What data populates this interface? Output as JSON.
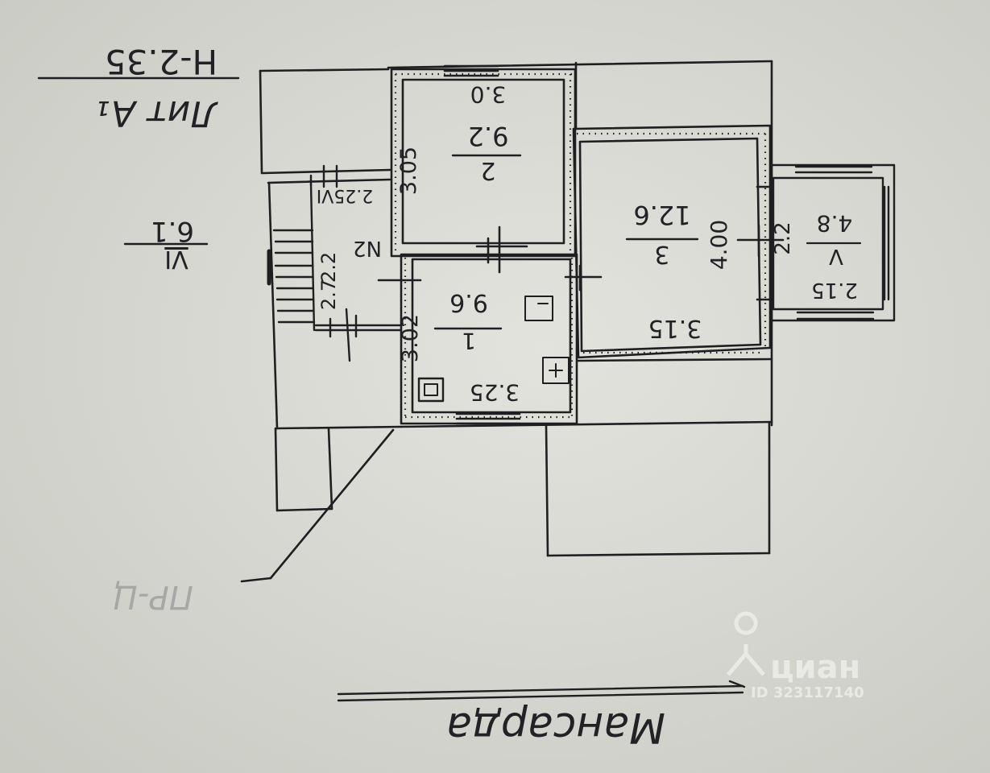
{
  "header": {
    "litera": "Лит А₁",
    "height": "H-2.35",
    "floor_fraction_top": "VI",
    "floor_fraction_bottom": "6.1"
  },
  "rooms": [
    {
      "no": "1",
      "area": "9.6",
      "width": "3.25",
      "length": "3.02"
    },
    {
      "no": "2",
      "area": "9.2",
      "width": "3.0",
      "length": "3.05"
    },
    {
      "no": "3",
      "area": "12.6",
      "width": "3.15",
      "length": "4.00"
    },
    {
      "no": "V",
      "area": "4.8",
      "width": "2.15",
      "length": "2.2"
    }
  ],
  "stair": {
    "label": "N2",
    "dim_a": "2.2",
    "dim_b": "2.7",
    "level": "2.25VI"
  },
  "annotation_bottom": "ПР-Ц",
  "footer": {
    "title": "Мансарда"
  },
  "watermark": {
    "brand": "циан",
    "id": "ID 323117140"
  }
}
